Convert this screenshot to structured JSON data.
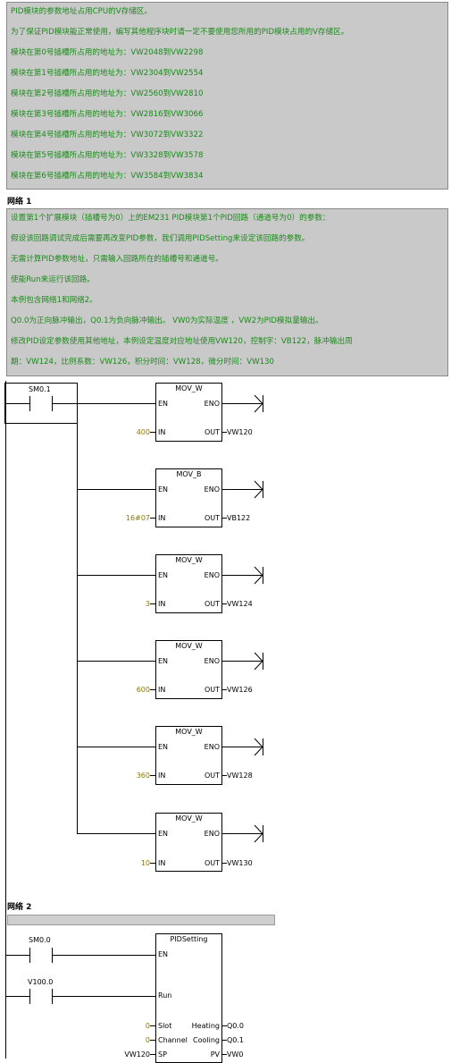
{
  "comment_top": {
    "lines": [
      "PID模块的参数地址占用CPU的V存储区。",
      "为了保证PID模块能正常使用，编写其他程序块时请一定不要使用您所用的PID模块占用的V存储区。",
      "模块在第0号插槽所占用的地址为：VW2048到VW2298",
      "模块在第1号插槽所占用的地址为：VW2304到VW2554",
      "模块在第2号插槽所占用的地址为：VW2560到VW2810",
      "模块在第3号插槽所占用的地址为：VW2816到VW3066",
      "模块在第4号插槽所占用的地址为：VW3072到VW3322",
      "模块在第5号插槽所占用的地址为：VW3328到VW3578",
      "模块在第6号插槽所占用的地址为：VW3584到VW3834"
    ]
  },
  "network1": {
    "title": "网络 1",
    "comment_lines": [
      "设置第1个扩展模块（插槽号为0）上的EM231 PID模块第1个PID回路（通道号为0）的参数：",
      "假设该回路调试完成后需要再改变PID参数，我们调用PIDSetting来设定该回路的参数。",
      "无需计算PID参数地址，只需输入回路所在的插槽号和通道号。",
      "使能Run来运行该回路。",
      "本例包含网络1和网络2。",
      "Q0.0为正向脉冲输出，Q0.1为负向脉冲输出。 VW0为实际温度 ，VW2为PID模拟量输出。",
      "修改PID设定参数使用其他地址，本例设定温度对应地址使用VW120，控制字：VB122，脉冲输出周",
      "期：VW124，比例系数：VW126，积分时间：VW128，微分时间：VW130"
    ],
    "contact": "SM0.1",
    "boxes": [
      {
        "name": "MOV_W",
        "in": "400",
        "out": "VW120"
      },
      {
        "name": "MOV_B",
        "in": "16#07",
        "out": "VB122"
      },
      {
        "name": "MOV_W",
        "in": "3",
        "out": "VW124"
      },
      {
        "name": "MOV_W",
        "in": "600",
        "out": "VW126"
      },
      {
        "name": "MOV_W",
        "in": "360",
        "out": "VW128"
      },
      {
        "name": "MOV_W",
        "in": "10",
        "out": "VW130"
      }
    ],
    "pin_en": "EN",
    "pin_eno": "ENO",
    "pin_in": "IN",
    "pin_out": "OUT"
  },
  "network2": {
    "title": "网络 2",
    "contact_a": "SM0.0",
    "contact_b": "V100.0",
    "block_name": "PIDSetting",
    "pin_en": "EN",
    "pin_run": "Run",
    "pins_left": [
      {
        "value": "0",
        "pin": "Slot"
      },
      {
        "value": "0",
        "pin": "Channel"
      },
      {
        "value": "VW120",
        "pin": "SP"
      }
    ],
    "pins_right": [
      {
        "pin": "Heating",
        "value": "Q0.0"
      },
      {
        "pin": "Cooling",
        "value": "Q0.1"
      },
      {
        "pin": "PV",
        "value": "VW0"
      }
    ]
  }
}
